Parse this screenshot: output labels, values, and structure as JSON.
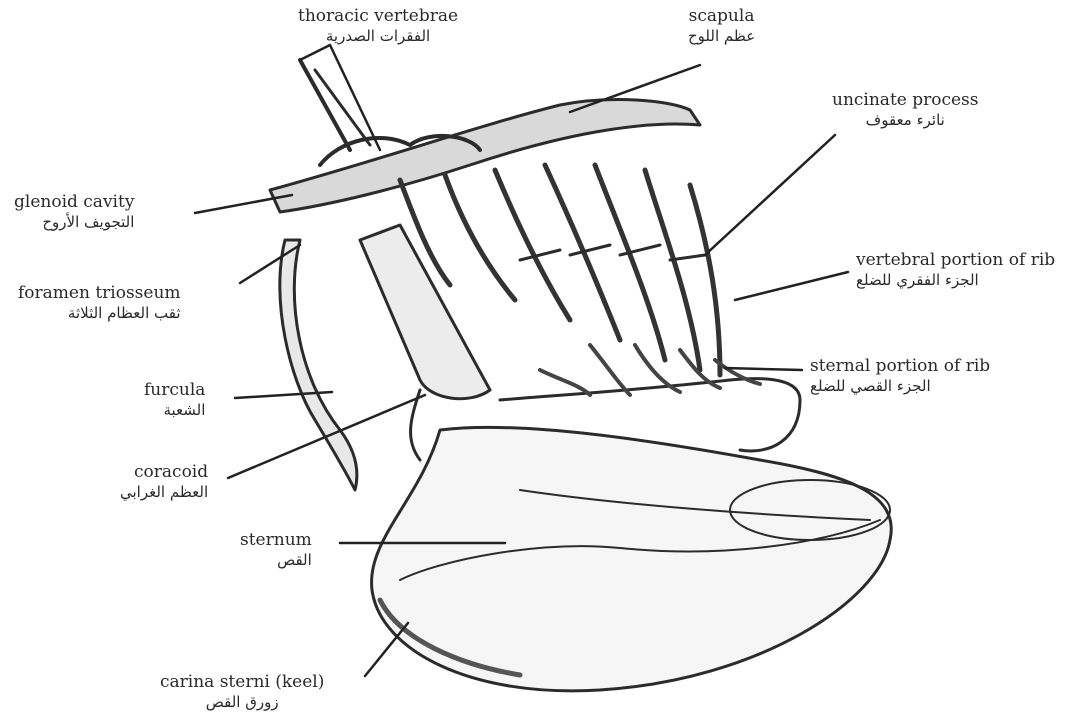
{
  "labels": {
    "thoracic_vertebrae": {
      "en": "thoracic vertebrae",
      "ar": "الفقرات الصدرية"
    },
    "scapula": {
      "en": "scapula",
      "ar": "عظم اللوح"
    },
    "uncinate_process": {
      "en": "uncinate process",
      "ar": "نائرء معقوف"
    },
    "glenoid_cavity": {
      "en": "glenoid cavity",
      "ar": "التجويف الأروح"
    },
    "vertebral_portion_of_rib": {
      "en": "vertebral portion of rib",
      "ar": "الجزء الفقري للضلع"
    },
    "foramen_triosseum": {
      "en": "foramen triosseum",
      "ar": "ثقب العظام الثلاثة"
    },
    "sternal_portion_of_rib": {
      "en": "sternal portion of rib",
      "ar": "الجزء القصي للضلع"
    },
    "furcula": {
      "en": "furcula",
      "ar": "الشعبة"
    },
    "coracoid": {
      "en": "coracoid",
      "ar": "العظم الغرابي"
    },
    "sternum": {
      "en": "sternum",
      "ar": "القص"
    },
    "carina_sterni": {
      "en": "carina sterni (keel)",
      "ar": "زورق القص"
    }
  }
}
